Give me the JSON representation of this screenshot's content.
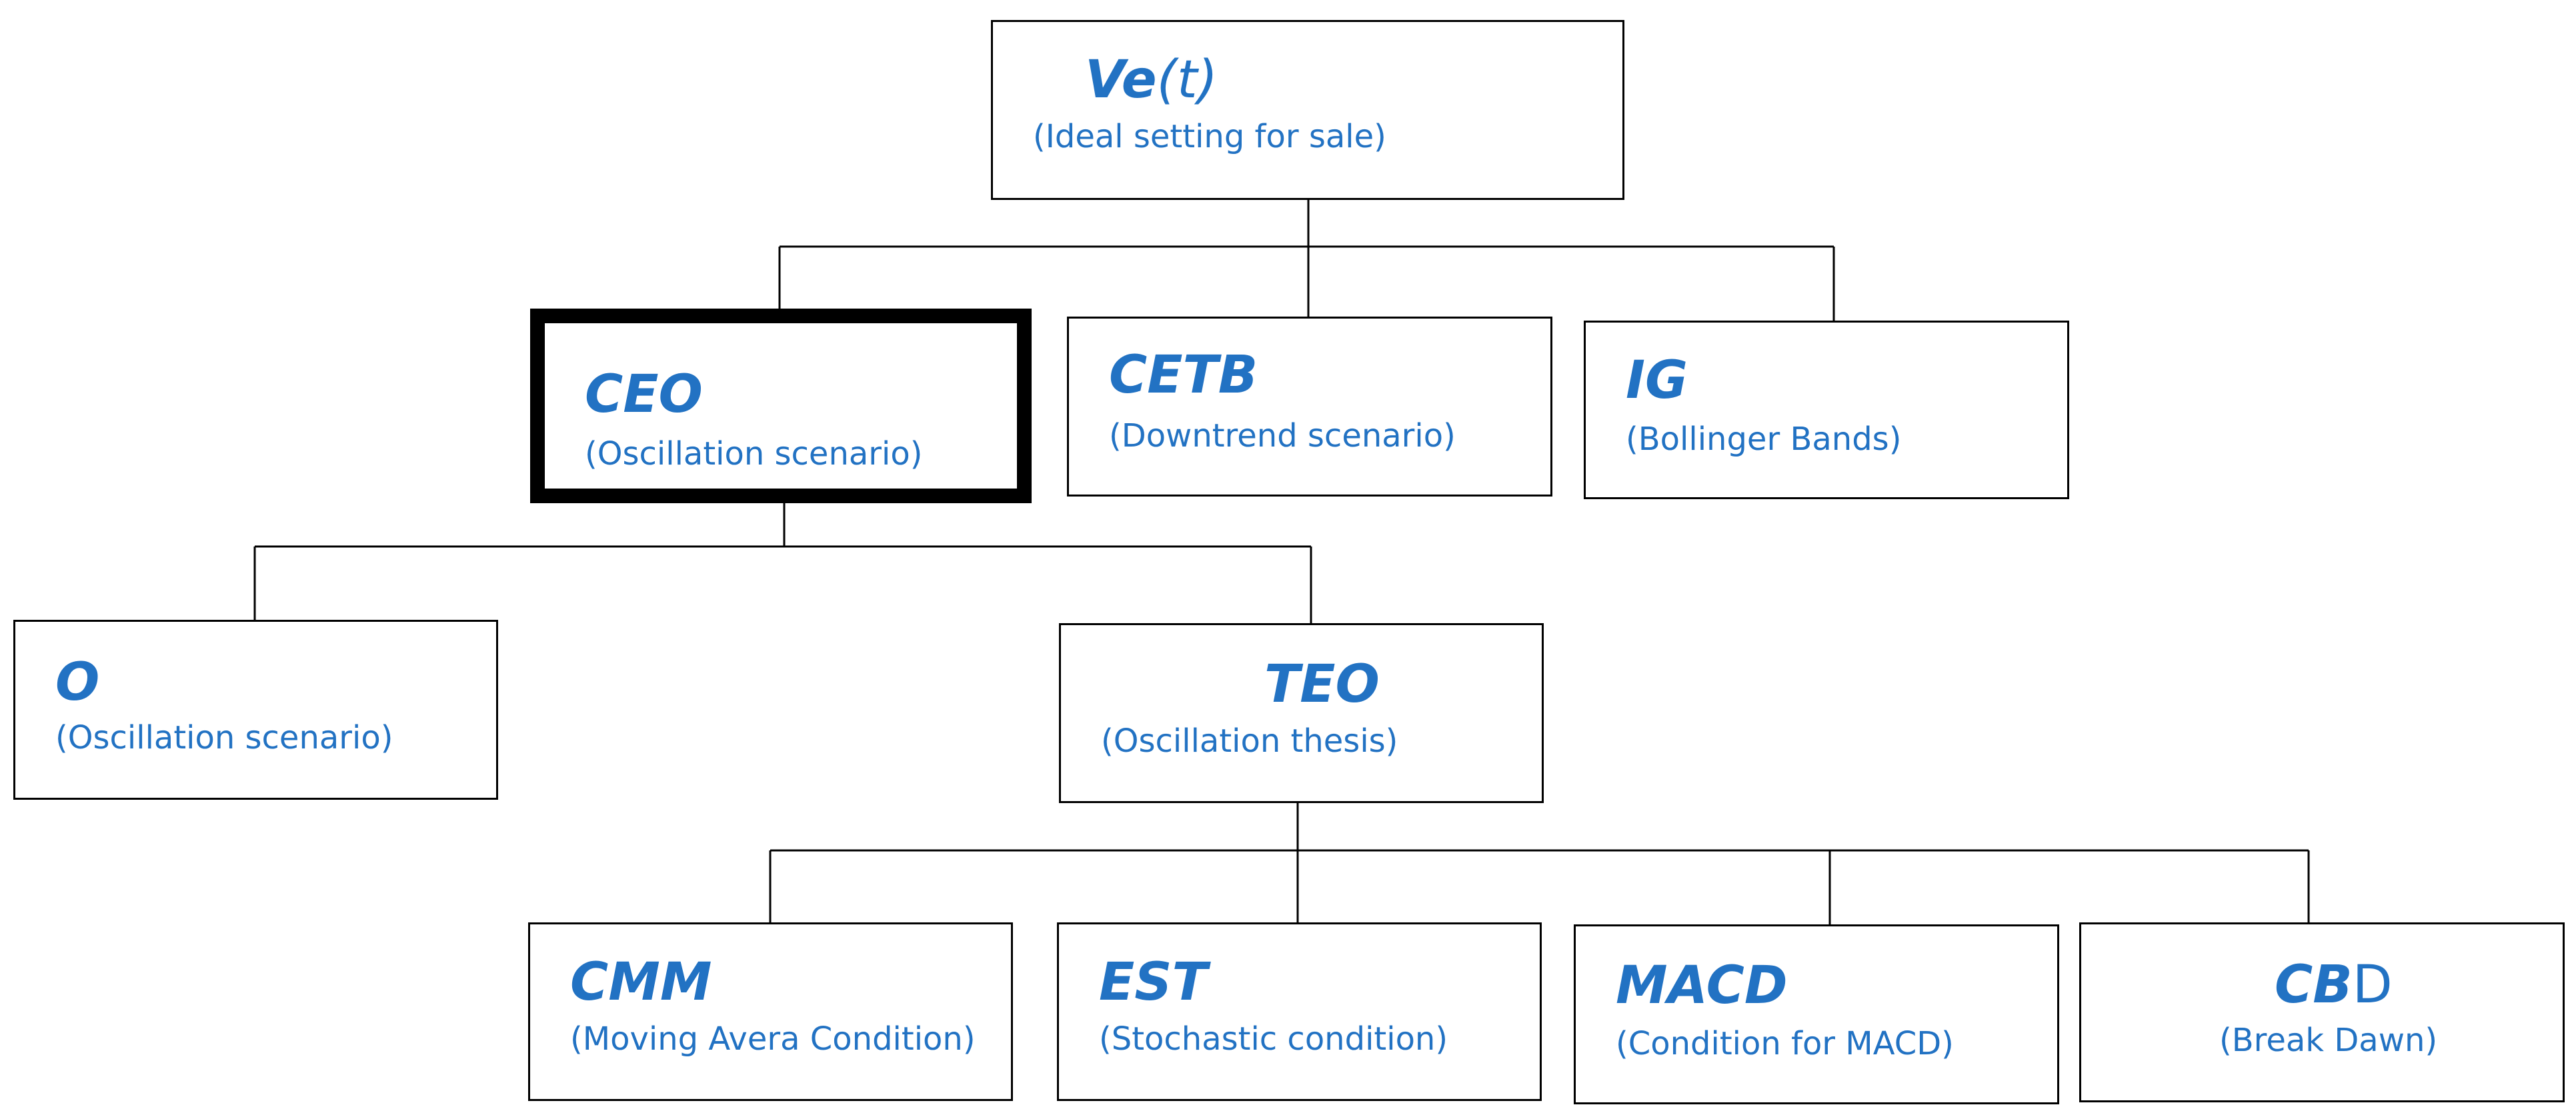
{
  "colors": {
    "text_accent": "#2272c3",
    "border": "#000000",
    "background": "#ffffff"
  },
  "nodes": {
    "vet": {
      "title_main": "Ve",
      "title_paren": "(t)",
      "subtitle": "(Ideal setting for sale)"
    },
    "ceo": {
      "title": "CEO",
      "subtitle": "(Oscillation scenario)",
      "highlighted": true
    },
    "cetb": {
      "title": "CETB",
      "subtitle": "(Downtrend scenario)"
    },
    "ig": {
      "title": "IG",
      "subtitle": "(Bollinger Bands)"
    },
    "o": {
      "title": "O",
      "subtitle": "(Oscillation scenario)"
    },
    "teo": {
      "title": "TEO",
      "subtitle": "(Oscillation thesis)"
    },
    "cmm": {
      "title": "CMM",
      "subtitle": "(Moving Avera Condition)"
    },
    "est": {
      "title": "EST",
      "subtitle": "(Stochastic condition)"
    },
    "macd": {
      "title": "MACD",
      "subtitle": "(Condition for MACD)"
    },
    "cbd": {
      "title_bold": "CB",
      "title_plain": "D",
      "subtitle": "(Break Dawn)"
    }
  }
}
